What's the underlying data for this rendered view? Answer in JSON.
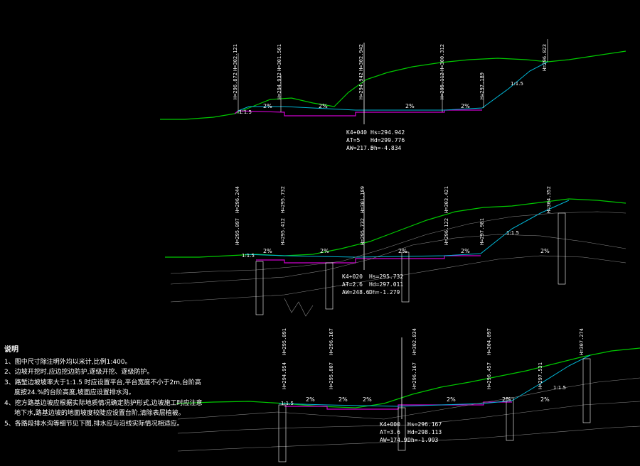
{
  "colors": {
    "background": "#000000",
    "ground": "#00c800",
    "design": "#d000d0",
    "slope": "#00b8d8",
    "text": "#ffffff",
    "layer": "#888888"
  },
  "notes": {
    "title": "说明",
    "items": [
      "1、图中尺寸除注明外均以米计,比例1:400。",
      "2、边坡开挖时,应边挖边防护,逐级开挖、逐级防护。",
      "3、路堑边坡坡率大于1:1.5 时应设置平台,平台宽度不小于2m,台阶高",
      "度按24.%的台阶高度,坡面应设置排水沟。",
      "4、挖方路基边坡应根据实际地质情况确定防护形式,边坡施工时应注意",
      "地下水,路基边坡的地面坡度较陡应设置台阶,清除表层植被。",
      "5、各路段排水沟等细节见下图,排水应与沿线实际情况相适应。"
    ]
  },
  "sections": [
    {
      "summary": [
        "K4+040",
        "AT=5",
        "AW=217.5"
      ],
      "summary2": [
        "Hs=294.942",
        "Hd=299.776",
        "Dh=-4.834"
      ],
      "top_labels": [
        "H=302.121",
        "H=301.561",
        "H=302.942",
        "H=300.312",
        "H=296.823"
      ],
      "mid_labels": [
        "H=296.872",
        "H=294.932",
        "H=294.942",
        "H=295.112",
        "H=297.189"
      ],
      "slopes": [
        "2%",
        "2%",
        "2%",
        "2%"
      ],
      "ratios": [
        "1:1.5",
        "1:1.5"
      ]
    },
    {
      "summary": [
        "K4+020",
        "AT=2.6",
        "AW=248.6"
      ],
      "summary2": [
        "Hs=295.732",
        "Hd=297.011",
        "Dh=-1.279"
      ],
      "top_labels": [
        "H=296.244",
        "H=295.732",
        "H=301.189",
        "H=303.421",
        "H=304.352"
      ],
      "mid_labels": [
        "H=295.097",
        "H=295.412",
        "H=295.732",
        "H=296.122",
        "H=297.981"
      ],
      "slopes": [
        "2%",
        "2%",
        "2%",
        "2%",
        "2%"
      ],
      "ratios": [
        "1:1.5",
        "1:1.5"
      ]
    },
    {
      "summary": [
        "K4+000",
        "AT=3.6",
        "AW=174.9"
      ],
      "summary2": [
        "Hs=296.167",
        "Hd=298.113",
        "Dh=-1.993"
      ],
      "top_labels": [
        "H=295.091",
        "H=296.167",
        "H=302.834",
        "H=304.097",
        "H=307.274"
      ],
      "mid_labels": [
        "H=294.954",
        "H=295.807",
        "H=296.167",
        "H=296.457",
        "H=297.531"
      ],
      "slopes": [
        "2%",
        "2%",
        "2%",
        "2%",
        "2%",
        "2%"
      ],
      "ratios": [
        "1:1.5",
        "1:1.5"
      ]
    }
  ]
}
